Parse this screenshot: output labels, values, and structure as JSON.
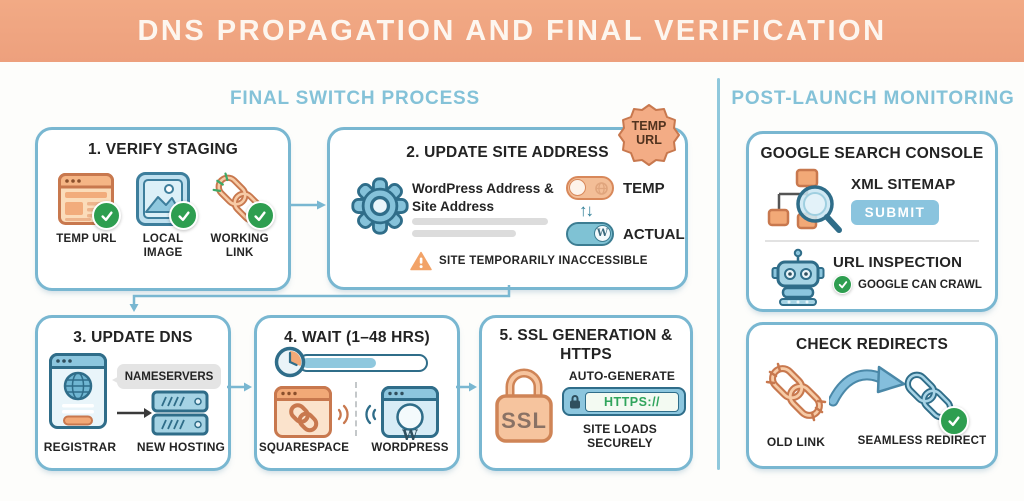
{
  "header": {
    "title": "DNS PROPAGATION AND FINAL VERIFICATION"
  },
  "sections": {
    "left": {
      "title": "FINAL SWITCH PROCESS"
    },
    "right": {
      "title": "POST-LAUNCH MONITORING"
    }
  },
  "steps": {
    "verify_staging": {
      "title": "1. VERIFY STAGING",
      "items": [
        {
          "label": "TEMP URL",
          "icon": "browser-icon"
        },
        {
          "label": "LOCAL IMAGE",
          "icon": "image-icon"
        },
        {
          "label": "WORKING LINK",
          "icon": "link-icon"
        }
      ]
    },
    "update_site_address": {
      "title": "2. UPDATE SITE ADDRESS",
      "badge": "TEMP URL",
      "field_label": "WordPress Address & Site Address",
      "toggles": [
        {
          "label": "TEMP"
        },
        {
          "label": "ACTUAL"
        }
      ],
      "swap_arrows": "↑↓",
      "warning": "SITE TEMPORARILY INACCESSIBLE"
    },
    "update_dns": {
      "title": "3. UPDATE DNS",
      "bubble": "NAMESERVERS",
      "registrar_label": "REGISTRAR",
      "hosting_label": "NEW HOSTING"
    },
    "wait": {
      "title": "4. WAIT (1–48 HRS)",
      "from_label": "SQUARESPACE",
      "to_label": "WORDPRESS"
    },
    "ssl": {
      "title": "5. SSL GENERATION & HTTPS",
      "lock_text": "SSL",
      "auto_label": "AUTO-GENERATE",
      "url_text": "HTTPS://",
      "secure_label": "SITE LOADS SECURELY"
    }
  },
  "monitoring": {
    "search_console": {
      "title": "GOOGLE SEARCH CONSOLE",
      "sitemap_label": "XML SITEMAP",
      "submit_label": "SUBMIT",
      "inspection_label": "URL INSPECTION",
      "crawl_label": "GOOGLE CAN CRAWL"
    },
    "redirects": {
      "title": "CHECK REDIRECTS",
      "old_label": "OLD LINK",
      "new_label": "SEAMLESS REDIRECT"
    }
  },
  "icons": {
    "wp_glyph": "W"
  },
  "colors": {
    "header_bg": "#EFA480",
    "panel_border": "#79B7D1",
    "section_title": "#84C2D8",
    "orange_fill": "#F6C49E",
    "orange_border": "#C8784E",
    "blue_fill": "#9FD0E2",
    "blue_border": "#2F6D89",
    "check_green": "#2E9E50",
    "https_green": "#2FA45C",
    "text_dark": "#242424"
  }
}
